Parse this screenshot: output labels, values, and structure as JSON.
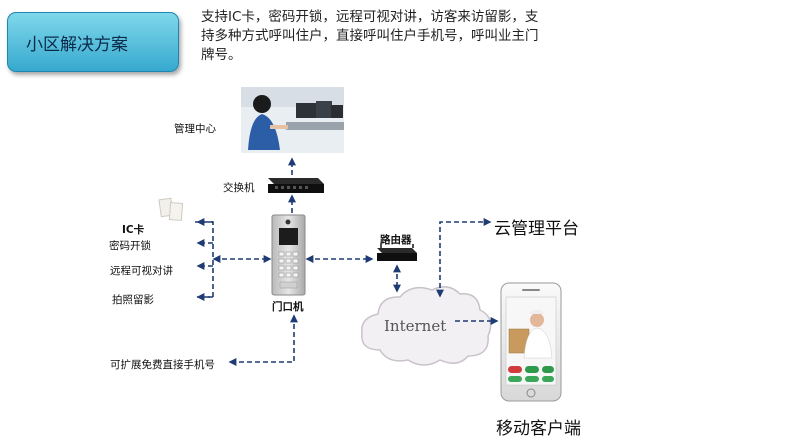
{
  "title": "小区解决方案",
  "description": "支持IC卡，密码开锁，远程可视对讲，访客来访留影，支持多种方式呼叫住户，直接呼叫住户手机号，呼叫业主门牌号。",
  "labels": {
    "management_center": "管理中心",
    "switch": "交换机",
    "ic_card": "IC卡",
    "password_unlock": "密码开锁",
    "remote_video_intercom": "远程可视对讲",
    "photo_capture": "拍照留影",
    "door_unit": "门口机",
    "router": "路由器",
    "internet": "Internet",
    "cloud_platform": "云管理平台",
    "free_phone_dial": "可扩展免费直接手机号",
    "mobile_client": "移动客户端"
  },
  "colors": {
    "title_bg": "#4bbcdc",
    "arrow": "#1f3b73",
    "cloud": "#f3f0f3"
  },
  "icons": [
    "operator-photo-icon",
    "network-switch-icon",
    "ic-card-icon",
    "door-intercom-icon",
    "router-icon",
    "cloud-icon",
    "smartphone-icon"
  ]
}
